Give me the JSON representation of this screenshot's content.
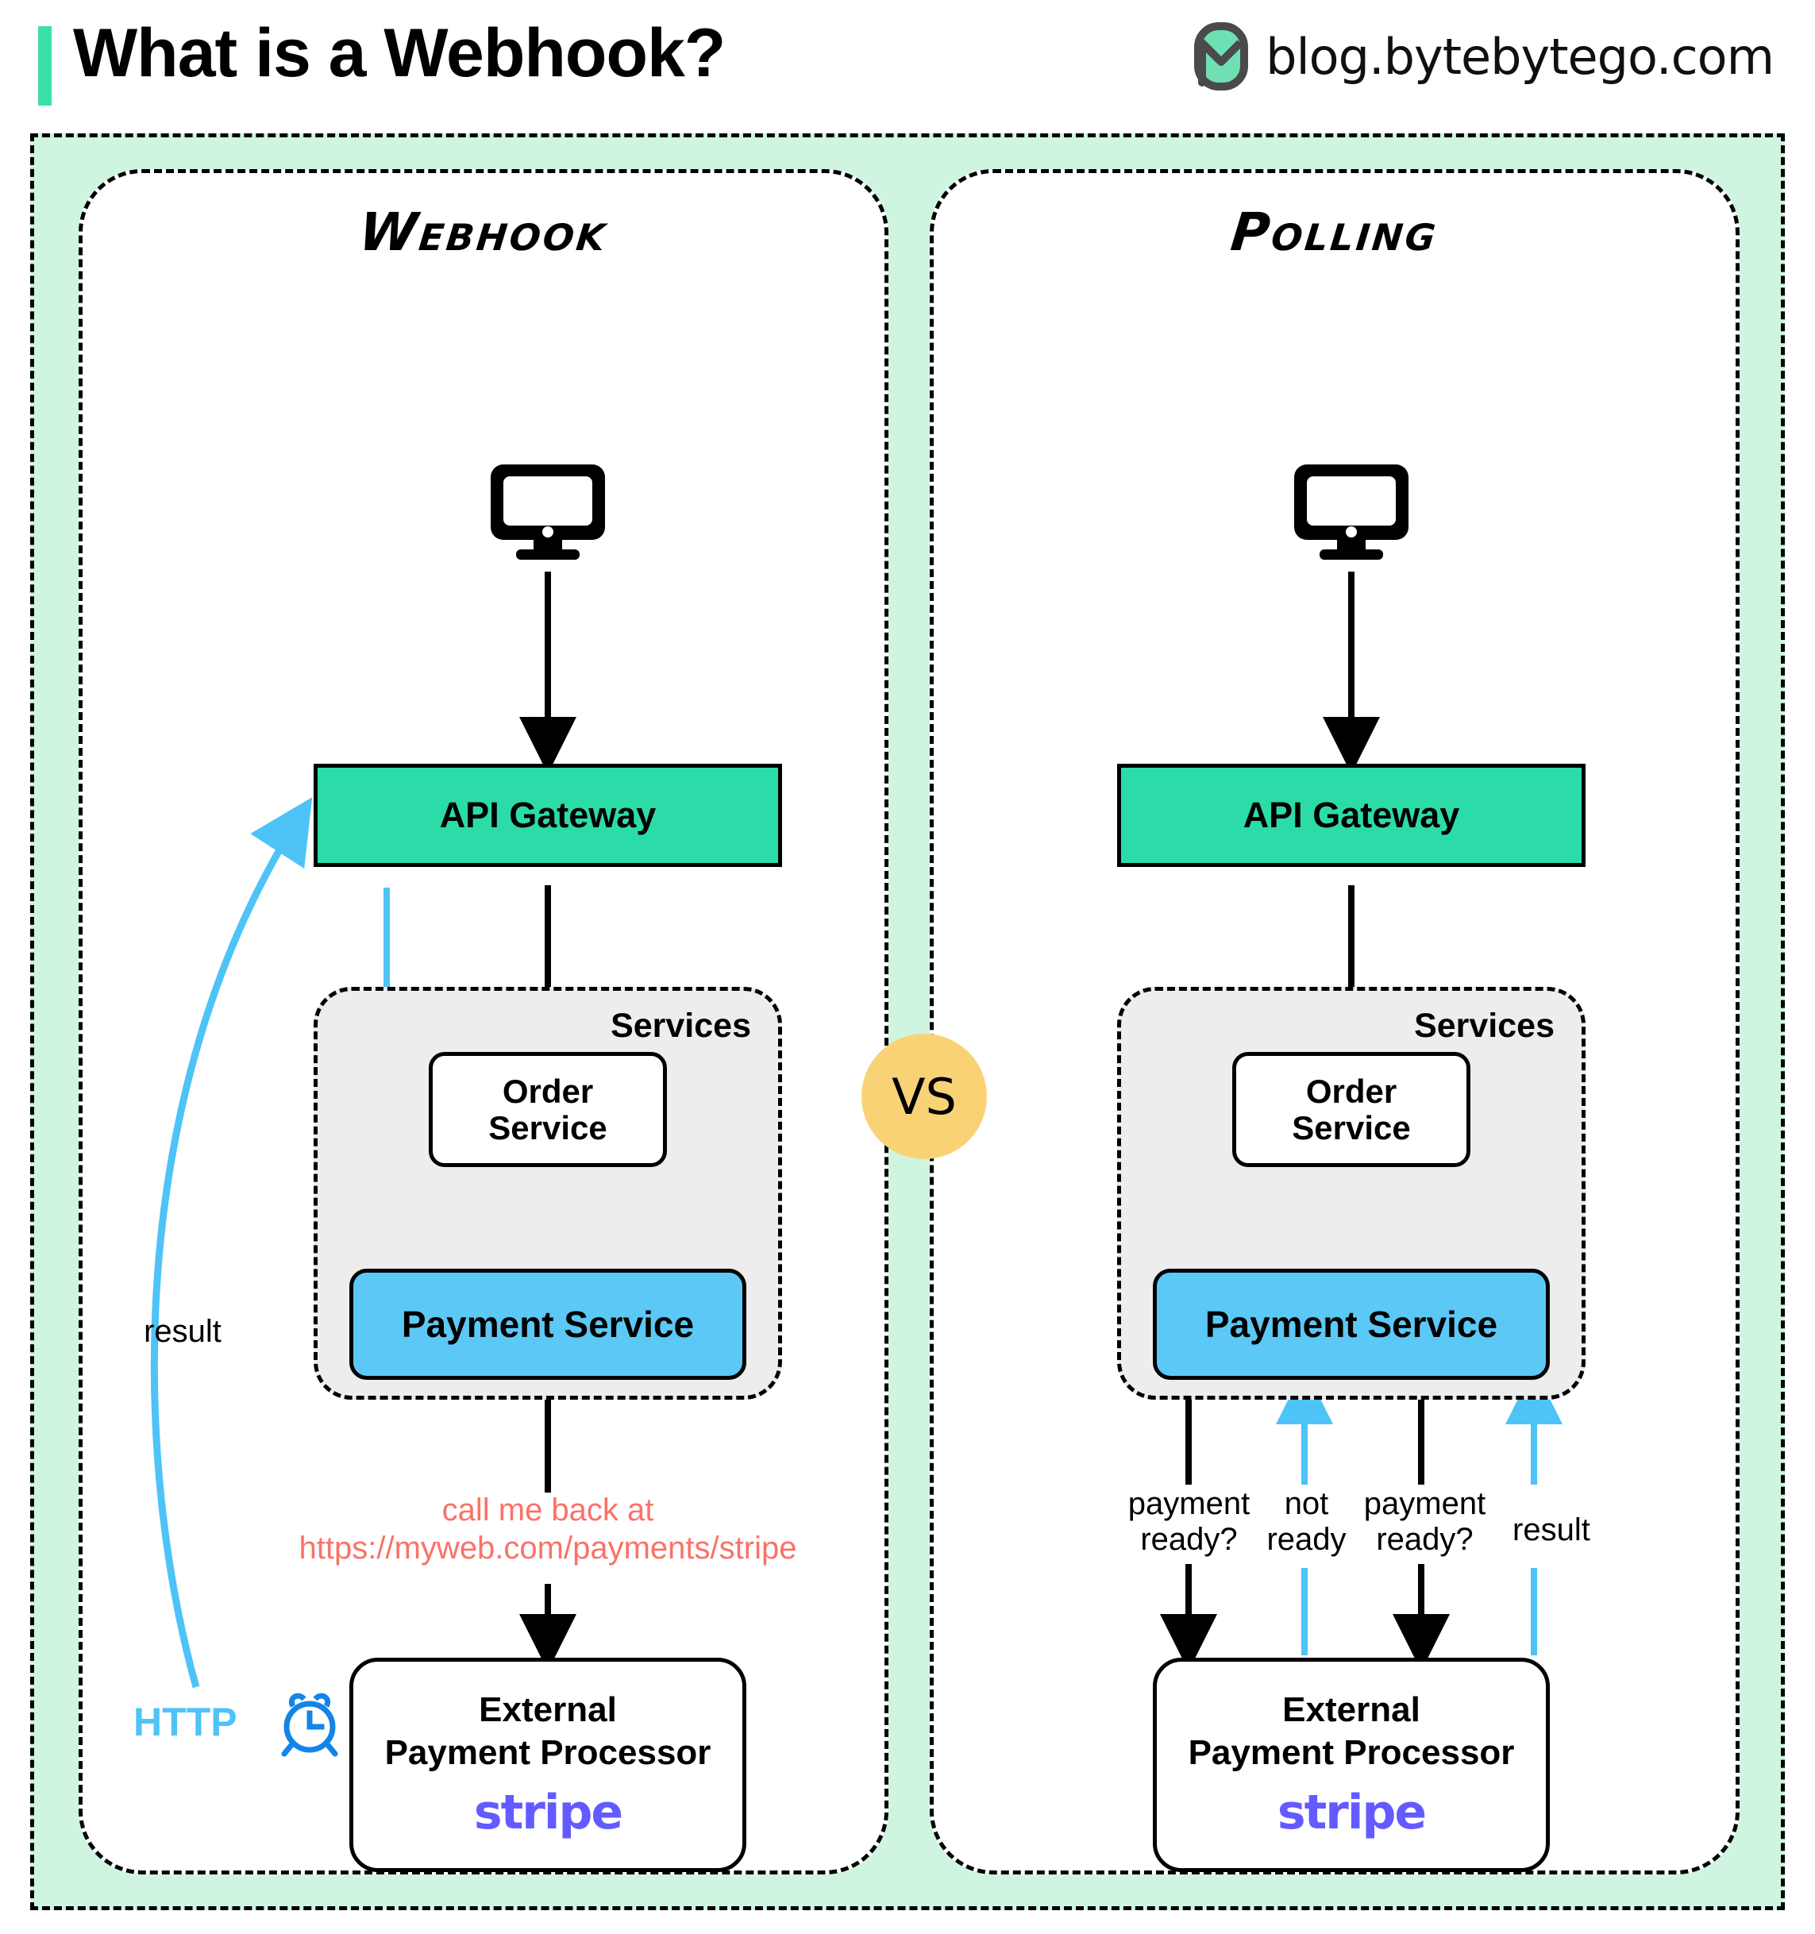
{
  "header": {
    "title": "What is a Webhook?",
    "brand_text": "blog.bytebytego.com",
    "accent_color": "#3BE0A8",
    "logo_icon": "bytebytego-logo-icon"
  },
  "comparison": {
    "vs_label": "VS",
    "vs_color": "#FAD276"
  },
  "panels": [
    {
      "id": "webhook",
      "title": "Webhook",
      "nodes": {
        "client": "monitor-icon",
        "gateway": "API Gateway",
        "services_label": "Services",
        "order_service": "Order\nService",
        "order_service_line1": "Order",
        "order_service_line2": "Service",
        "payment_service": "Payment Service",
        "processor_line1": "External",
        "processor_line2": "Payment Processor",
        "processor_logo": "stripe"
      },
      "annotations": {
        "callback_line1": "call me back at",
        "callback_line2": "https://myweb.com/payments/stripe",
        "callback_color": "#FA7268",
        "result": "result",
        "http": "HTTP",
        "http_color": "#4EC3F7",
        "clock_icon": "alarm-clock-icon"
      }
    },
    {
      "id": "polling",
      "title": "Polling",
      "nodes": {
        "client": "monitor-icon",
        "gateway": "API Gateway",
        "services_label": "Services",
        "order_service_line1": "Order",
        "order_service_line2": "Service",
        "payment_service": "Payment Service",
        "processor_line1": "External",
        "processor_line2": "Payment Processor",
        "processor_logo": "stripe"
      },
      "annotations": {
        "poll1_line1": "payment",
        "poll1_line2": "ready?",
        "poll2_line1": "not",
        "poll2_line2": "ready",
        "poll3_line1": "payment",
        "poll3_line2": "ready?",
        "result": "result"
      }
    }
  ],
  "colors": {
    "outer_background": "#CFF5E1",
    "gateway": "#2BDBA8",
    "payment_service": "#5BC8F5",
    "services_background": "#EDEDED",
    "arrow_black": "#000000",
    "arrow_blue": "#4EC3F7",
    "stripe": "#635BFF",
    "clock_blue": "#1484E8"
  }
}
